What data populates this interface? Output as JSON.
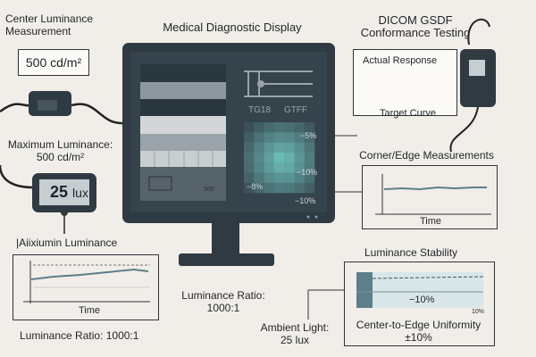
{
  "title": "Medical Diagnostic Display",
  "center": {
    "label_line1": "Center Luminance",
    "label_line2": "Measurement",
    "value": "500 cd/m²"
  },
  "dicom": {
    "label_line1": "DICOM GSDF",
    "label_line2": "Conformance Testing",
    "actual": "Actual Response",
    "target": "Target Curve"
  },
  "max_lum": {
    "label_line1": "Maximum Luminance:",
    "label_line2": "500 cd/m²",
    "meter_value": "25",
    "meter_unit": "lux"
  },
  "left_chart": {
    "title": "|Aiixiumin Luminance",
    "xlabel": "Time",
    "caption": "Luminance Ratio: 1000:1"
  },
  "screen": {
    "pattern_labels": [
      "TG18",
      "GTFF"
    ],
    "heat_labels": [
      "−5%",
      "−10%",
      "−8%",
      "−10%"
    ],
    "icon_labels": [
      "500"
    ]
  },
  "corner": {
    "title": "Corner/Edge Measurements",
    "xlabel": "Time"
  },
  "ratio": {
    "line1": "Luminance Ratio:",
    "line2": "1000:1"
  },
  "ambient": {
    "line1": "Ambient Light:",
    "line2": "25 lux"
  },
  "stability": {
    "title": "Luminance Stability",
    "center_value": "−10%",
    "small_value": "10%",
    "caption1": "Center-to-Edge Uniformity",
    "caption2": "±10%"
  },
  "colors": {
    "bezel": "#2f3a42",
    "screen": "#34434c",
    "teal": "#6fc3bd",
    "accent": "#5e7e8a"
  }
}
